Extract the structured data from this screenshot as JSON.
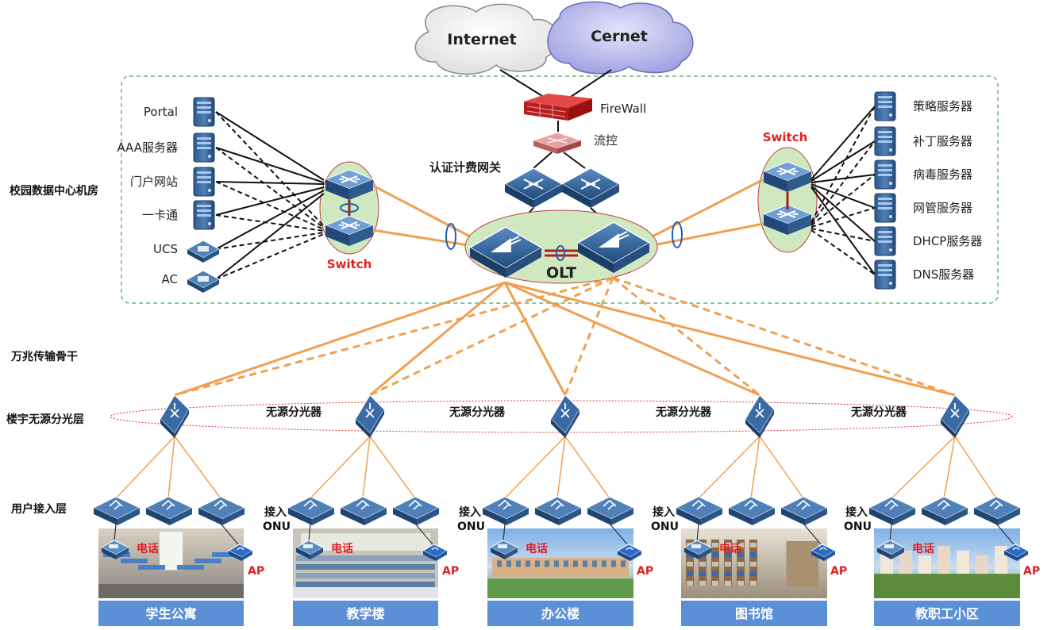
{
  "clouds": {
    "internet": "Internet",
    "cernet": "Cernet"
  },
  "core": {
    "firewall": "FireWall",
    "flow_control": "流控",
    "auth_gateway": "认证计费网关",
    "olt": "OLT"
  },
  "left_switch": "Switch",
  "right_switch": "Switch",
  "left_servers": [
    "Portal",
    "AAA服务器",
    "门户网站",
    "一卡通",
    "UCS",
    "AC"
  ],
  "right_servers": [
    "策略服务器",
    "补丁服务器",
    "病毒服务器",
    "网管服务器",
    "DHCP服务器",
    "DNS服务器"
  ],
  "layers": {
    "datacenter": "校园数据中心机房",
    "backbone": "万兆传输骨干",
    "splitter": "楼宇无源分光层",
    "access": "用户接入层"
  },
  "splitter_label": "无源分光器",
  "onu_label_line1": "接入",
  "onu_label_line2": "ONU",
  "phone_label": "电话",
  "ap_label": "AP",
  "buildings": [
    "学生公寓",
    "教学楼",
    "办公楼",
    "图书馆",
    "教职工小区"
  ],
  "colors": {
    "fiber": "#f0a050",
    "device_blue": "#2e5a8c",
    "building_bar": "#5b8fd6",
    "red_label": "#e02020",
    "dc_border": "#3aa86a",
    "ellipse_fill": "#cfe8c0"
  }
}
